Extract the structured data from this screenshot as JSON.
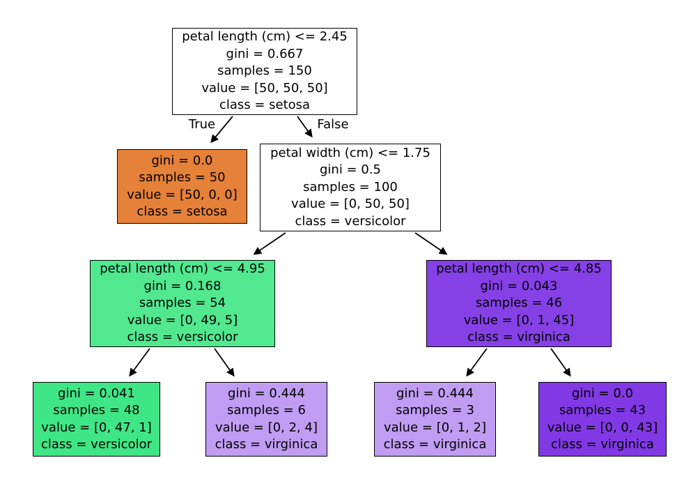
{
  "figure": {
    "background": "#ffffff",
    "description": "Decision tree diagram of iris dataset"
  },
  "palette": {
    "setosa_orange": "#e58139",
    "versicolor_green": "#39e581",
    "virginica_purple": "#8139e5"
  },
  "edge_labels": {
    "true": "True",
    "false": "False"
  },
  "nodes": [
    {
      "id": "root",
      "fill": "#ffffff",
      "lines": [
        "petal length (cm) <= 2.45",
        "gini = 0.667",
        "samples = 150",
        "value = [50, 50, 50]",
        "class = setosa"
      ]
    },
    {
      "id": "setosa-leaf",
      "fill": "#e58139",
      "lines": [
        "gini = 0.0",
        "samples = 50",
        "value = [50, 0, 0]",
        "class = setosa"
      ]
    },
    {
      "id": "petal-width-node",
      "fill": "#ffffff",
      "lines": [
        "petal width (cm) <= 1.75",
        "gini = 0.5",
        "samples = 100",
        "value = [0, 50, 50]",
        "class = versicolor"
      ]
    },
    {
      "id": "versicolor-node",
      "fill": "#51e890",
      "lines": [
        "petal length (cm) <= 4.95",
        "gini = 0.168",
        "samples = 54",
        "value = [0, 49, 5]",
        "class = versicolor"
      ]
    },
    {
      "id": "virginica-node",
      "fill": "#8540e6",
      "lines": [
        "petal length (cm) <= 4.85",
        "gini = 0.043",
        "samples = 46",
        "value = [0, 1, 45]",
        "class = virginica"
      ]
    },
    {
      "id": "versicolor-leaf",
      "fill": "#3fe685",
      "lines": [
        "gini = 0.041",
        "samples = 48",
        "value = [0, 47, 1]",
        "class = versicolor"
      ]
    },
    {
      "id": "virginica-leaf-light-1",
      "fill": "#c09cf2",
      "lines": [
        "gini = 0.444",
        "samples = 6",
        "value = [0, 2, 4]",
        "class = virginica"
      ]
    },
    {
      "id": "virginica-leaf-light-2",
      "fill": "#c09cf2",
      "lines": [
        "gini = 0.444",
        "samples = 3",
        "value = [0, 1, 2]",
        "class = virginica"
      ]
    },
    {
      "id": "virginica-leaf-dark",
      "fill": "#8139e5",
      "lines": [
        "gini = 0.0",
        "samples = 43",
        "value = [0, 0, 43]",
        "class = virginica"
      ]
    }
  ]
}
